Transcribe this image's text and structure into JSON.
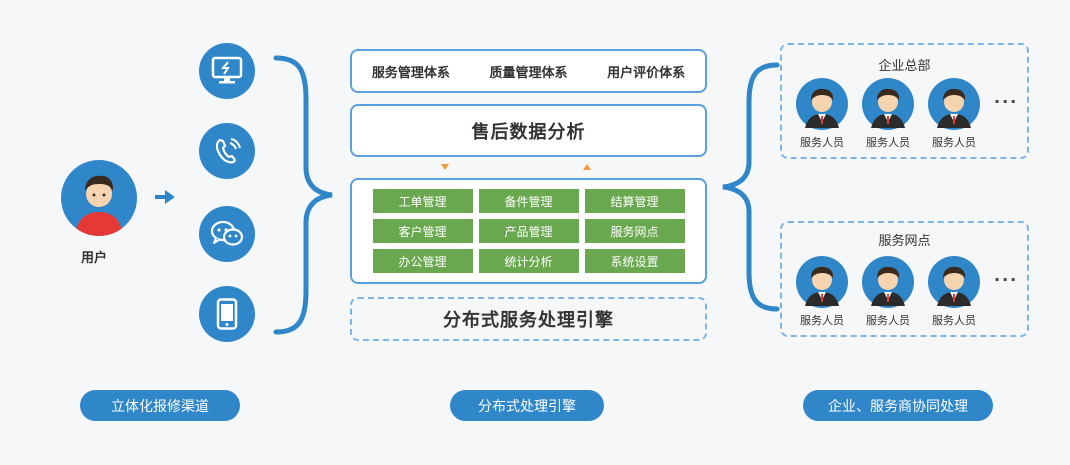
{
  "user": {
    "label": "用户"
  },
  "channels": [
    {
      "icon": "computer-icon"
    },
    {
      "icon": "phone-icon"
    },
    {
      "icon": "wechat-icon"
    },
    {
      "icon": "mobile-icon"
    }
  ],
  "center": {
    "systems": [
      "服务管理体系",
      "质量管理体系",
      "用户评价体系"
    ],
    "analysis_title": "售后数据分析",
    "modules": [
      "工单管理",
      "备件管理",
      "结算管理",
      "客户管理",
      "产品管理",
      "服务网点",
      "办公管理",
      "统计分析",
      "系统设置"
    ],
    "engine_title": "分布式服务处理引擎"
  },
  "right": {
    "groups": [
      {
        "title": "企业总部",
        "staff": [
          "服务人员",
          "服务人员",
          "服务人员"
        ],
        "more": "···"
      },
      {
        "title": "服务网点",
        "staff": [
          "服务人员",
          "服务人员",
          "服务人员"
        ],
        "more": "···"
      }
    ]
  },
  "bottom": {
    "labels": [
      "立体化报修渠道",
      "分布式处理引擎",
      "企业、服务商协同处理"
    ]
  },
  "colors": {
    "primary": "#2f86c9",
    "module_green": "#6aa84f",
    "border_blue": "#5aa0dc",
    "arrow_orange": "#f39a3a"
  }
}
